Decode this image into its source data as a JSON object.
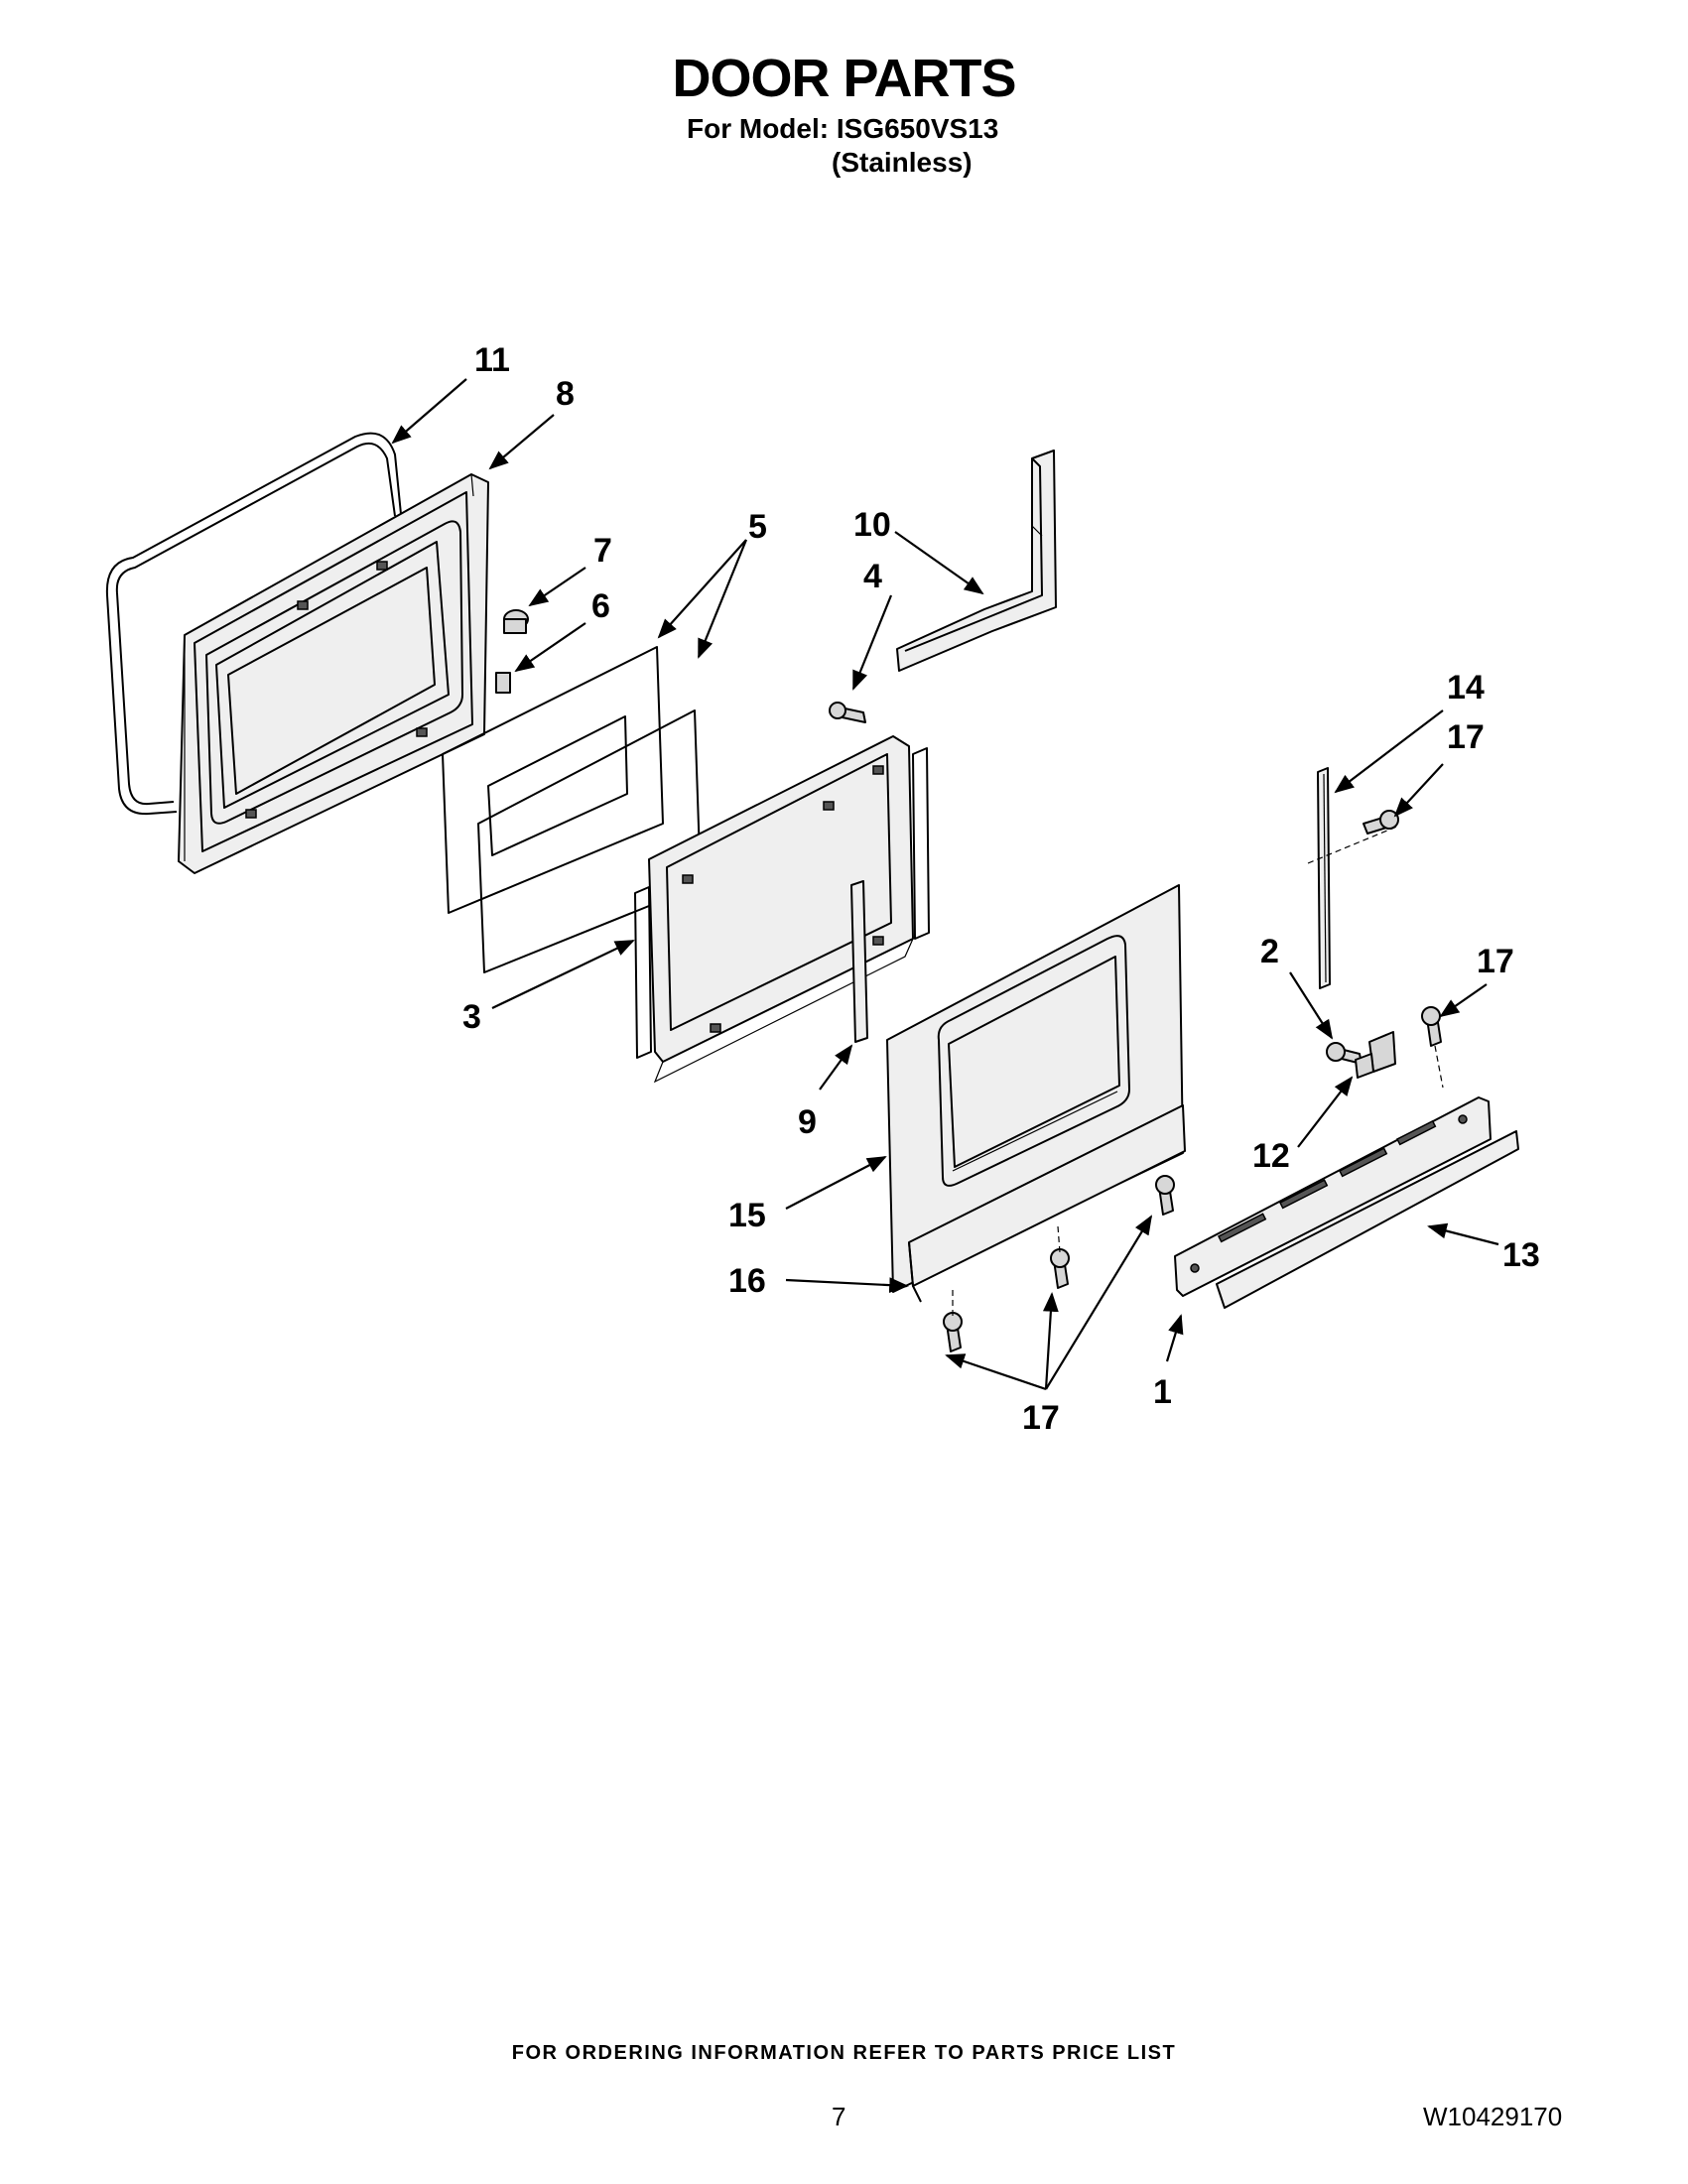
{
  "header": {
    "title": "DOOR PARTS",
    "model_line": "For Model: ISG650VS13",
    "variant_line": "(Stainless)"
  },
  "callouts": {
    "c1": "1",
    "c2": "2",
    "c3": "3",
    "c4": "4",
    "c5": "5",
    "c6": "6",
    "c7": "7",
    "c8": "8",
    "c9": "9",
    "c10": "10",
    "c11": "11",
    "c12": "12",
    "c13": "13",
    "c14": "14",
    "c15": "15",
    "c16": "16",
    "c17a": "17",
    "c17b": "17",
    "c17c": "17"
  },
  "footer": {
    "note": "FOR ORDERING INFORMATION REFER TO PARTS PRICE LIST",
    "page_number": "7",
    "document_number": "W10429170"
  },
  "icons": {
    "arrowhead": "arrow-head-icon",
    "screw": "screw-icon"
  }
}
